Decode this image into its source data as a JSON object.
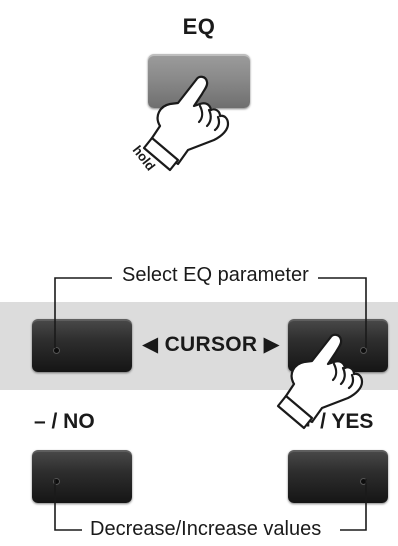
{
  "eq_button": {
    "label": "EQ",
    "hold_text": "hold"
  },
  "cursor_section": {
    "top_caption": "Select EQ parameter",
    "cursor_label": "◀ CURSOR ▶"
  },
  "value_section": {
    "minus_label": "– / NO",
    "plus_label": "+ / YES",
    "bottom_caption": "Decrease/Increase values"
  },
  "colors": {
    "key_light": "#8a8a8a",
    "key_dark": "#1f1f1f",
    "band": "#dcdcdc",
    "line": "#1a1a1a"
  }
}
